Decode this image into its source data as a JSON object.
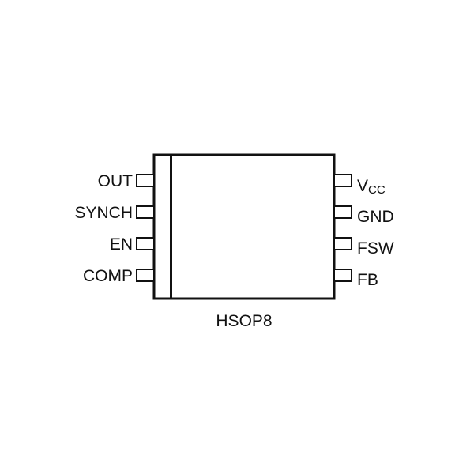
{
  "package": {
    "name": "HSOP8"
  },
  "pins_left": [
    {
      "label": "OUT"
    },
    {
      "label": "SYNCH"
    },
    {
      "label": "EN"
    },
    {
      "label": "COMP"
    }
  ],
  "pins_right": [
    {
      "label": "V",
      "subscript": "CC"
    },
    {
      "label": "GND"
    },
    {
      "label": "FSW"
    },
    {
      "label": "FB"
    }
  ],
  "colors": {
    "stroke": "#111111",
    "background": "#ffffff"
  }
}
